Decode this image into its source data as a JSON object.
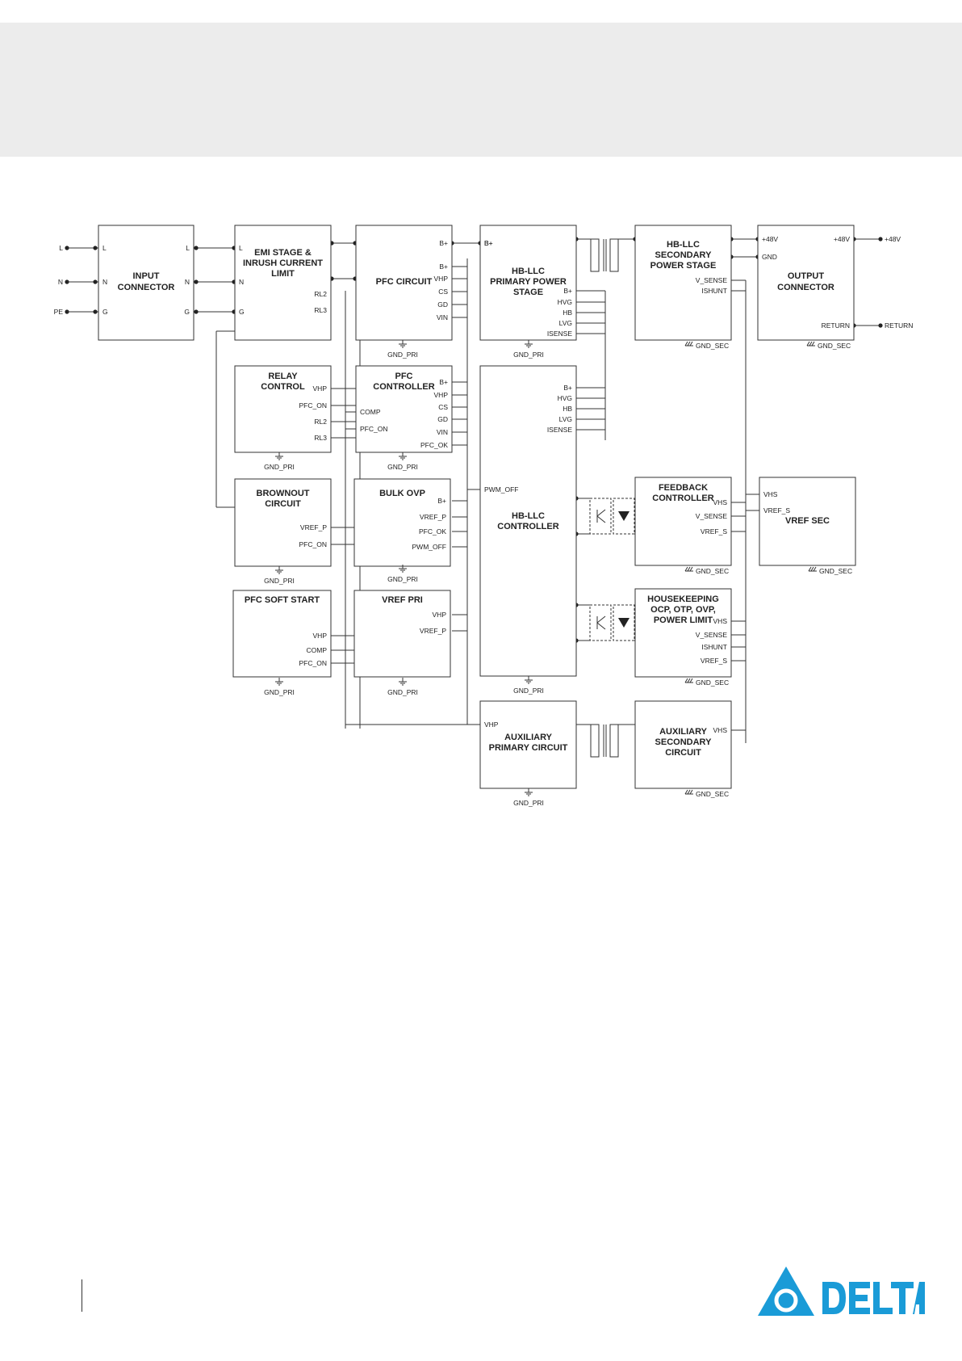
{
  "blocks": [
    {
      "id": "input-connector",
      "title": [
        "INPUT",
        "CONNECTOR"
      ],
      "in_pins": [
        "L",
        "N",
        "G"
      ],
      "out_pins": [
        "L",
        "N",
        "G"
      ]
    },
    {
      "id": "emi-stage",
      "title": [
        "EMI STAGE &",
        "INRUSH CURRENT",
        "LIMIT"
      ],
      "in_pins": [
        "L",
        "N",
        "G"
      ],
      "out_pins": [
        "RL2",
        "RL3"
      ]
    },
    {
      "id": "pfc-circuit",
      "title": [
        "PFC CIRCUIT"
      ],
      "out_pins": [
        "B+",
        "B+",
        "VHP",
        "CS",
        "GD",
        "VIN"
      ],
      "ground": "GND_PRI"
    },
    {
      "id": "hb-llc-primary",
      "title": [
        "HB-LLC",
        "PRIMARY POWER",
        "STAGE"
      ],
      "in_pins": [
        "B+"
      ],
      "out_pins": [
        "B+",
        "HVG",
        "HB",
        "LVG",
        "ISENSE"
      ],
      "ground": "GND_PRI"
    },
    {
      "id": "hb-llc-secondary",
      "title": [
        "HB-LLC",
        "SECONDARY",
        "POWER STAGE"
      ],
      "out_pins": [
        "V_SENSE",
        "ISHUNT"
      ],
      "ground": "GND_SEC"
    },
    {
      "id": "output-connector",
      "title": [
        "OUTPUT",
        "CONNECTOR"
      ],
      "in_pins": [
        "+48V",
        "GND"
      ],
      "out_pins": [
        "+48V",
        "RETURN"
      ],
      "ground": "GND_SEC"
    },
    {
      "id": "relay-control",
      "title": [
        "RELAY",
        "CONTROL"
      ],
      "out_pins": [
        "VHP",
        "PFC_ON",
        "RL2",
        "RL3"
      ],
      "ground": "GND_PRI"
    },
    {
      "id": "pfc-controller",
      "title": [
        "PFC",
        "CONTROLLER"
      ],
      "in_pins": [
        "COMP",
        "PFC_ON"
      ],
      "out_pins": [
        "B+",
        "VHP",
        "CS",
        "GD",
        "VIN",
        "PFC_OK"
      ],
      "ground": "GND_PRI"
    },
    {
      "id": "hb-llc-controller",
      "title": [
        "HB-LLC",
        "CONTROLLER"
      ],
      "in_pins": [
        "PWM_OFF"
      ],
      "out_pins": [
        "B+",
        "HVG",
        "HB",
        "LVG",
        "ISENSE"
      ],
      "ground": "GND_PRI"
    },
    {
      "id": "brownout-circuit",
      "title": [
        "BROWNOUT",
        "CIRCUIT"
      ],
      "out_pins": [
        "VREF_P",
        "PFC_ON"
      ],
      "ground": "GND_PRI"
    },
    {
      "id": "bulk-ovp",
      "title": [
        "BULK OVP"
      ],
      "out_pins": [
        "B+",
        "VREF_P",
        "PFC_OK",
        "PWM_OFF"
      ],
      "ground": "GND_PRI"
    },
    {
      "id": "feedback-controller",
      "title": [
        "FEEDBACK",
        "CONTROLLER"
      ],
      "out_pins": [
        "VHS",
        "V_SENSE",
        "VREF_S"
      ],
      "ground": "GND_SEC"
    },
    {
      "id": "vref-sec",
      "title": [
        "VREF SEC"
      ],
      "in_pins": [
        "VHS",
        "VREF_S"
      ],
      "ground": "GND_SEC"
    },
    {
      "id": "pfc-soft-start",
      "title": [
        "PFC SOFT START"
      ],
      "out_pins": [
        "VHP",
        "COMP",
        "PFC_ON"
      ],
      "ground": "GND_PRI"
    },
    {
      "id": "vref-pri",
      "title": [
        "VREF PRI"
      ],
      "out_pins": [
        "VHP",
        "VREF_P"
      ],
      "ground": "GND_PRI"
    },
    {
      "id": "housekeeping",
      "title": [
        "HOUSEKEEPING",
        "OCP, OTP, OVP,",
        "POWER LIMIT"
      ],
      "out_pins": [
        "VHS",
        "V_SENSE",
        "ISHUNT",
        "VREF_S"
      ],
      "ground": "GND_SEC"
    },
    {
      "id": "auxiliary-primary",
      "title": [
        "AUXILIARY",
        "PRIMARY CIRCUIT"
      ],
      "in_pins": [
        "VHP"
      ],
      "ground": "GND_PRI"
    },
    {
      "id": "auxiliary-secondary",
      "title": [
        "AUXILIARY",
        "SECONDARY",
        "CIRCUIT"
      ],
      "out_pins": [
        "VHS"
      ],
      "ground": "GND_SEC"
    }
  ],
  "external_terminals": {
    "inputs": [
      "L",
      "N",
      "PE"
    ],
    "outputs": [
      "+48V",
      "RETURN"
    ]
  },
  "primary_bplus_label": "B+",
  "logo": {
    "text": "DELTA",
    "color": "#1a9bd7"
  }
}
